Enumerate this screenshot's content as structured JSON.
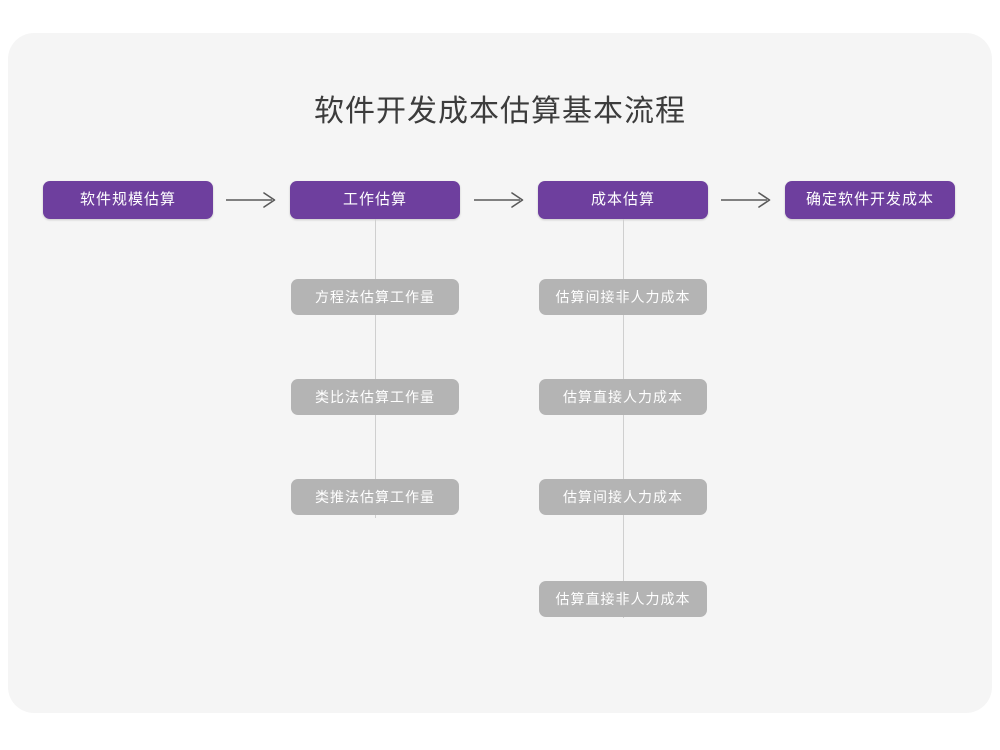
{
  "title": "软件开发成本估算基本流程",
  "theme": {
    "page_background": "#ffffff",
    "card_background": "#f5f5f5",
    "primary_color": "#6e3f9e",
    "secondary_color": "#b4b4b4",
    "title_color": "#3c3c3c",
    "connector_color": "#cfcfcf",
    "box_text_color": "#ffffff"
  },
  "flow": {
    "stages": [
      {
        "label": "软件规模估算",
        "icon": "",
        "substeps": []
      },
      {
        "label": "工作估算",
        "substeps": [
          "方程法估算工作量",
          "类比法估算工作量",
          "类推法估算工作量"
        ]
      },
      {
        "label": "成本估算",
        "substeps": [
          "估算间接非人力成本",
          "估算直接人力成本",
          "估算间接人力成本",
          "估算直接非人力成本"
        ]
      },
      {
        "label": "确定软件开发成本",
        "substeps": []
      }
    ],
    "arrows": [
      {
        "name": "arrow-1",
        "from": "软件规模估算",
        "to": "工作估算",
        "glyph": "right-arrow-icon"
      },
      {
        "name": "arrow-2",
        "from": "工作估算",
        "to": "成本估算",
        "glyph": "right-arrow-icon"
      },
      {
        "name": "arrow-3",
        "from": "成本估算",
        "to": "确定软件开发成本",
        "glyph": "right-arrow-icon"
      }
    ]
  }
}
